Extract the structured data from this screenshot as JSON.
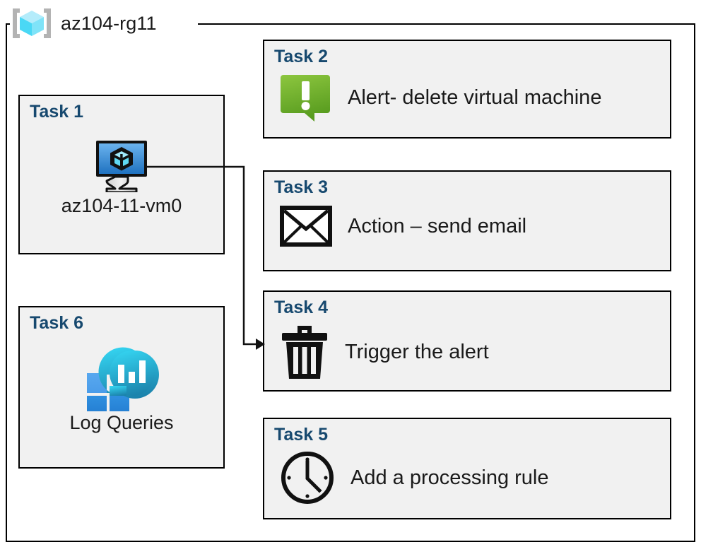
{
  "resource_group": {
    "name": "az104-rg11",
    "icon": "resource-group-cube-icon"
  },
  "colors": {
    "task_title": "#17496f",
    "card_background": "#f1f1f1",
    "card_border": "#000000",
    "alert_green_light": "#8cc63e",
    "alert_green_dark": "#5c9a21",
    "vm_blue_light": "#5aa6e8",
    "vm_blue_dark": "#1f72c0",
    "log_tile_blue": "#2b87dc",
    "log_circle_cyan": "#2fc6e8",
    "log_circle_teal": "#1d85ab",
    "rg_cube_light": "#b4ecfb",
    "rg_cube_mid": "#4ad8f5",
    "rg_cube_dark": "#7fe3f8",
    "rg_bracket_gray": "#b3b3b3"
  },
  "cards": {
    "task1": {
      "title": "Task 1",
      "label": "az104-11-vm0",
      "icon": "virtual-machine-icon"
    },
    "task2": {
      "title": "Task 2",
      "label": "Alert- delete virtual machine",
      "icon": "alert-exclamation-icon"
    },
    "task3": {
      "title": "Task 3",
      "label": "Action – send email",
      "icon": "envelope-icon"
    },
    "task4": {
      "title": "Task 4",
      "label": "Trigger the alert",
      "icon": "trash-can-icon"
    },
    "task5": {
      "title": "Task 5",
      "label": "Add a processing rule",
      "icon": "clock-icon"
    },
    "task6": {
      "title": "Task 6",
      "label": "Log Queries",
      "icon": "log-analytics-icon"
    }
  },
  "connector": {
    "from": "task1-virtual-machine-icon",
    "to": "task4-card",
    "style": "elbow-arrow"
  }
}
